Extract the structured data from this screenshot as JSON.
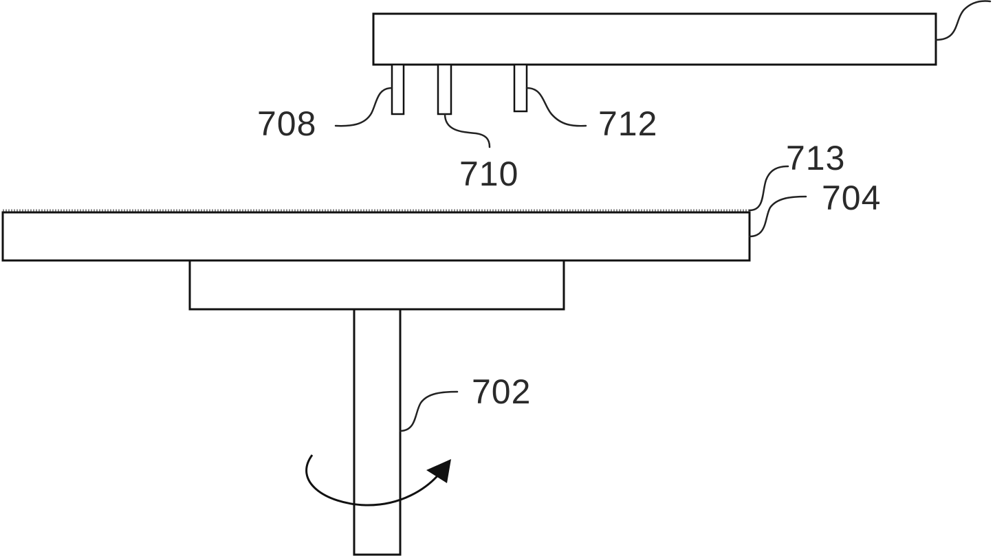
{
  "labels": {
    "shaft": "702",
    "platen": "704",
    "nozzle_left": "708",
    "nozzle_middle": "710",
    "nozzle_right": "712",
    "surface_layer": "713"
  },
  "colors": {
    "stroke": "#111111",
    "hatch": "#222222",
    "label": "#2a2a2a",
    "background": "#ffffff"
  }
}
